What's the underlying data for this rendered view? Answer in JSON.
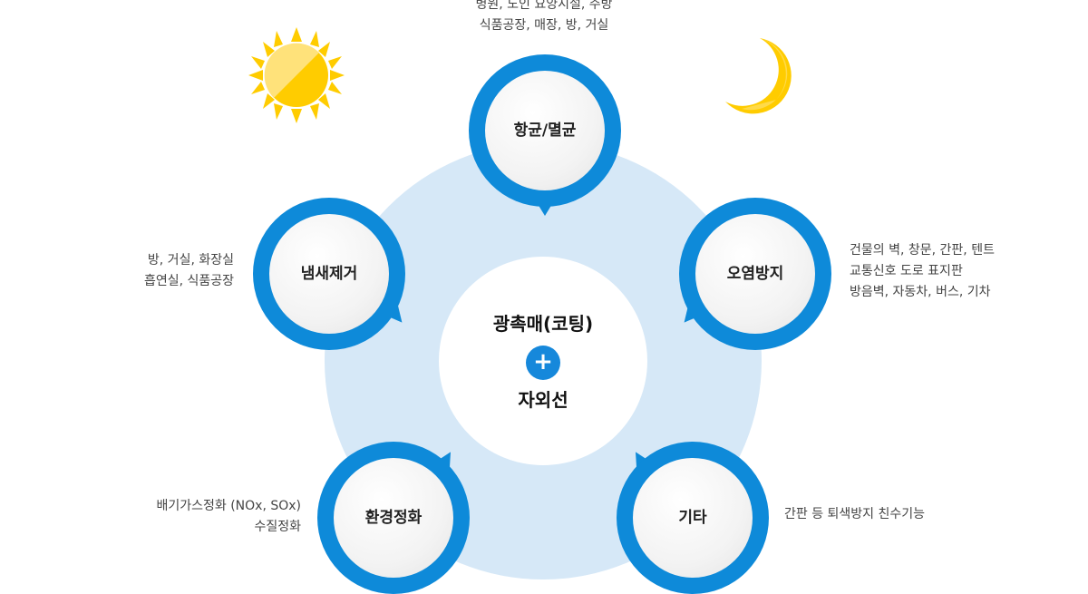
{
  "center": {
    "top": "광촉매(코팅)",
    "plus": "+",
    "bottom": "자외선"
  },
  "nodes": {
    "antibacterial": {
      "label": "항균/멸균",
      "desc": [
        "병원, 노인 요양시설, 주방",
        "식품공장, 매장, 방, 거실"
      ]
    },
    "deodorize": {
      "label": "냄새제거",
      "desc": [
        "방, 거실, 화장실",
        "흡연실, 식품공장"
      ]
    },
    "antifouling": {
      "label": "오염방지",
      "desc": [
        "건물의 벽, 창문, 간판, 텐트",
        "교통신호 도로 표지판",
        "방음벽, 자동차, 버스, 기차"
      ]
    },
    "purify": {
      "label": "환경정화",
      "desc": [
        "배기가스정화 (NOx, SOx)",
        "수질정화"
      ]
    },
    "etc": {
      "label": "기타",
      "desc": [
        "간판 등 퇴색방지 친수기능"
      ]
    }
  },
  "colors": {
    "ring": "#0e8ad9",
    "background_circle": "#d6e8f7",
    "sun": "#ffcc00",
    "moon": "#ffcc00"
  },
  "icons": [
    "sun-icon",
    "moon-icon"
  ]
}
